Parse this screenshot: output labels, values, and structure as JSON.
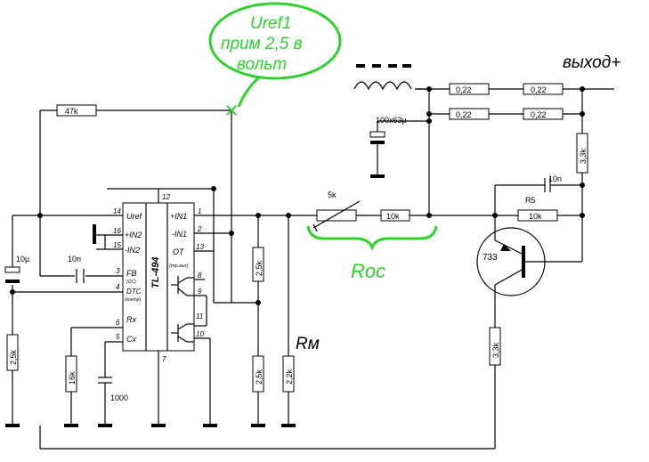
{
  "annotation": {
    "uref_line1": "Uref1",
    "uref_line2": "прим 2,5 в",
    "uref_line3": "вольт",
    "output_label": "выход+",
    "roc_label": "Roc",
    "rm_label": "Rм"
  },
  "ic": {
    "name": "TL-494",
    "pins": {
      "uref": "Uref",
      "in2p": "+IN2",
      "in2n": "-IN2",
      "fb": "FB",
      "fb_sub": "(OC)",
      "dtc": "DTC",
      "dtc_sub": "(контр)",
      "rx": "Rx",
      "cx": "Cx",
      "in1p": "+IN1",
      "in1n": "-IN1",
      "ot": "OT",
      "ot_sub": "(упр.вых)"
    },
    "pin_numbers": {
      "p14": "14",
      "p16": "16",
      "p15": "15",
      "p3": "3",
      "p4": "4",
      "p6": "6",
      "p5": "5",
      "p12": "12",
      "p1": "1",
      "p2": "2",
      "p13": "13",
      "p8": "8",
      "p9": "9",
      "p11": "11",
      "p10": "10",
      "p7": "7"
    }
  },
  "components": {
    "r_47k": "47k",
    "c_10n_left": "10n",
    "c_10u": "10µ",
    "r_2_5k_left": "2,5k",
    "r_16k": "16k",
    "c_1000": "1000",
    "r_2_5k_mid_top": "2,5k",
    "r_2_5k_mid_bot": "2,5k",
    "r_2_2k": "2,2k",
    "r_5k": "5k",
    "r_10k_roc": "10k",
    "c_100x63": "100x63µ",
    "r_022_a": "0,22",
    "r_022_b": "0,22",
    "r_022_c": "0,22",
    "r_022_d": "0,22",
    "r_3_3k_top": "3,3k",
    "c_10n_right": "10n",
    "r5_label": "R5",
    "r5_value": "10k",
    "transistor": "733",
    "r_3_3k_bot": "3,3k"
  }
}
